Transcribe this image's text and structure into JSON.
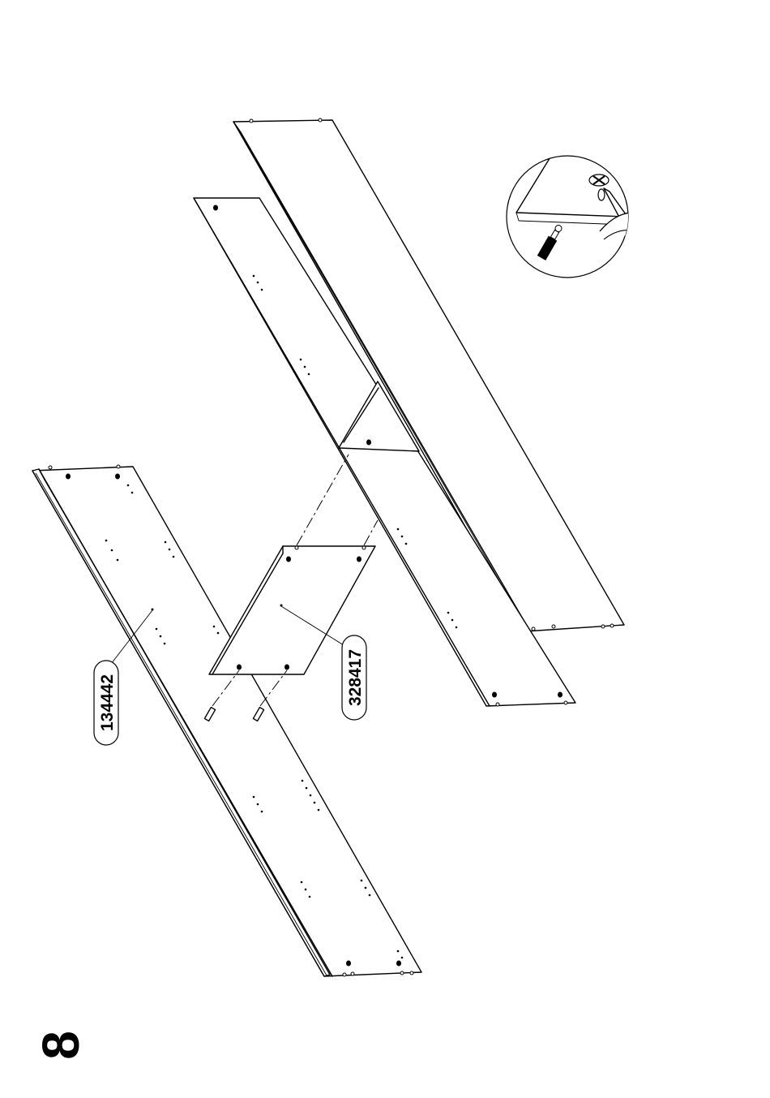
{
  "step": {
    "number": "8"
  },
  "parts": [
    {
      "id": "134442",
      "icon": "long-side-panel-icon"
    },
    {
      "id": "328417",
      "icon": "small-shelf-panel-icon"
    }
  ],
  "detail": {
    "icon": "screwdriver-cam-lock-detail-icon"
  },
  "colors": {
    "line": "#000000",
    "background": "#ffffff"
  }
}
